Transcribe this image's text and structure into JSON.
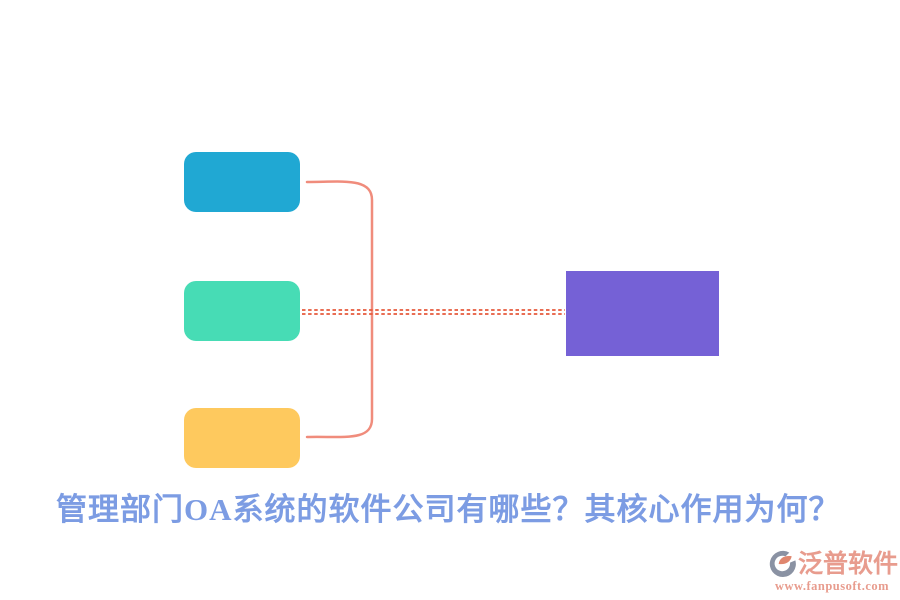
{
  "diagram": {
    "nodes": [
      {
        "name": "top-node",
        "color": "#20A8D3"
      },
      {
        "name": "middle-node",
        "color": "#47DCB5"
      },
      {
        "name": "bottom-node",
        "color": "#FEC95E"
      },
      {
        "name": "result-node",
        "color": "#7561D6"
      }
    ],
    "bracket_color": "#F08C7C",
    "dashed_line_color": "#E65A3C"
  },
  "title": {
    "text": "管理部门OA系统的软件公司有哪些？其核心作用为何？",
    "color": "#7C9CE3"
  },
  "watermark": {
    "brand": "泛普软件",
    "url": "www.fanpusoft.com",
    "text_color": "#E89C8E",
    "icon_gray": "#8A92A3",
    "icon_accent": "#E0876F"
  }
}
